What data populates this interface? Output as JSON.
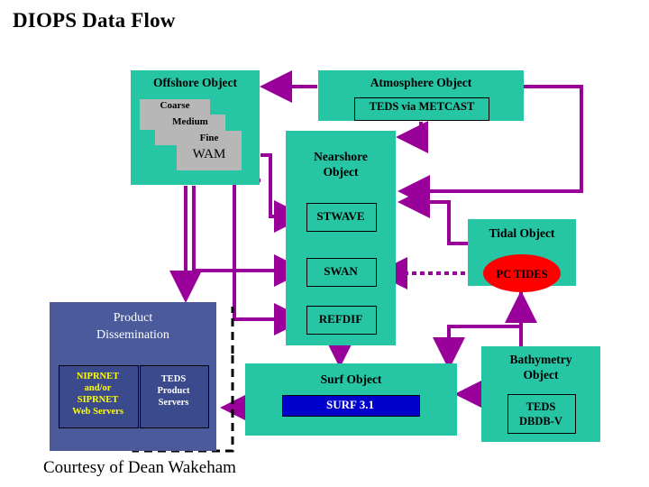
{
  "page": {
    "title": "DIOPS Data Flow",
    "credit": "Courtesy of Dean Wakeham"
  },
  "diagram": {
    "type": "flow",
    "offshore_object": {
      "label": "Offshore Object",
      "grids": [
        "Coarse",
        "Medium",
        "Fine"
      ],
      "model": "WAM"
    },
    "atmosphere_object": {
      "label": "Atmosphere Object",
      "source": "TEDS via METCAST"
    },
    "nearshore_object": {
      "label": "Nearshore\nObject",
      "label_line1": "Nearshore",
      "label_line2": "Object",
      "models": [
        "STWAVE",
        "SWAN",
        "REFDIF"
      ]
    },
    "tidal_object": {
      "label": "Tidal Object",
      "model": "PC TIDES"
    },
    "surf_object": {
      "label": "Surf Object",
      "model": "SURF 3.1"
    },
    "bathymetry_object": {
      "label_line1": "Bathymetry",
      "label_line2": "Object",
      "source_line1": "TEDS",
      "source_line2": "DBDB-V"
    },
    "product_dissemination": {
      "label_line1": "Product",
      "label_line2": "Dissemination",
      "web_servers_line1": "NIPRNET",
      "web_servers_line2": "and/or",
      "web_servers_line3": "SIPRNET",
      "web_servers_line4": "Web Servers",
      "teds_servers_line1": "TEDS",
      "teds_servers_line2": "Product",
      "teds_servers_line3": "Servers"
    }
  },
  "colors": {
    "teal": "#26c6a5",
    "blue": "#4a5a9a",
    "arrow_purple": "#990099",
    "red": "#ff0000",
    "surf_blue": "#0000cc",
    "gray": "#b7b7b7",
    "yellow_text": "#ffff00"
  }
}
